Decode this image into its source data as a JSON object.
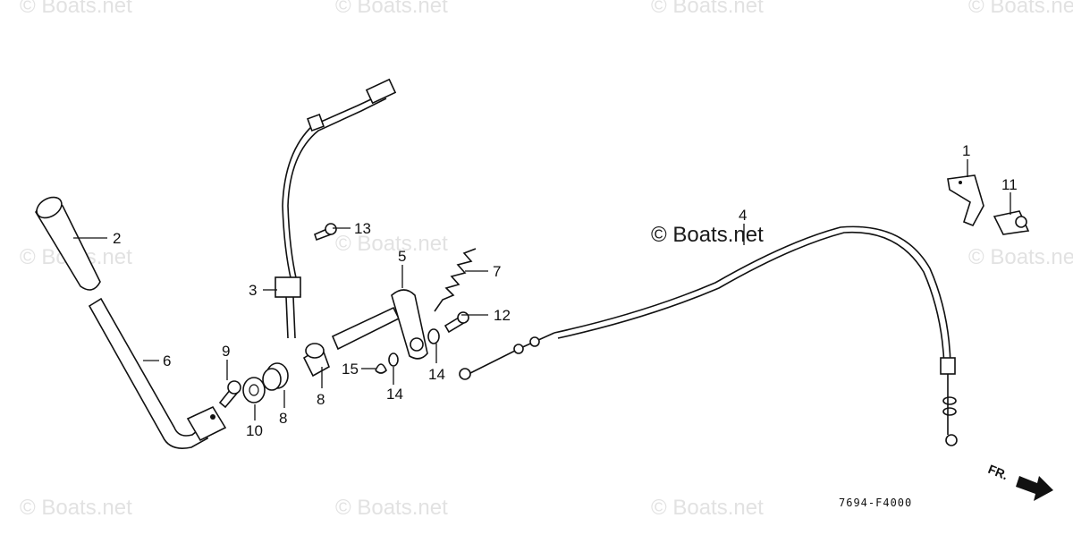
{
  "watermark": {
    "text": "© Boats.net"
  },
  "diagram_code": "7694-F4000",
  "direction_label": "FR.",
  "callouts": [
    {
      "id": "c1",
      "label": "1"
    },
    {
      "id": "c2",
      "label": "2"
    },
    {
      "id": "c3",
      "label": "3"
    },
    {
      "id": "c4",
      "label": "4"
    },
    {
      "id": "c5",
      "label": "5"
    },
    {
      "id": "c6",
      "label": "6"
    },
    {
      "id": "c7",
      "label": "7"
    },
    {
      "id": "c8a",
      "label": "8"
    },
    {
      "id": "c8b",
      "label": "8"
    },
    {
      "id": "c9",
      "label": "9"
    },
    {
      "id": "c10",
      "label": "10"
    },
    {
      "id": "c11",
      "label": "11"
    },
    {
      "id": "c12",
      "label": "12"
    },
    {
      "id": "c13",
      "label": "13"
    },
    {
      "id": "c14a",
      "label": "14"
    },
    {
      "id": "c14b",
      "label": "14"
    },
    {
      "id": "c15",
      "label": "15"
    }
  ]
}
